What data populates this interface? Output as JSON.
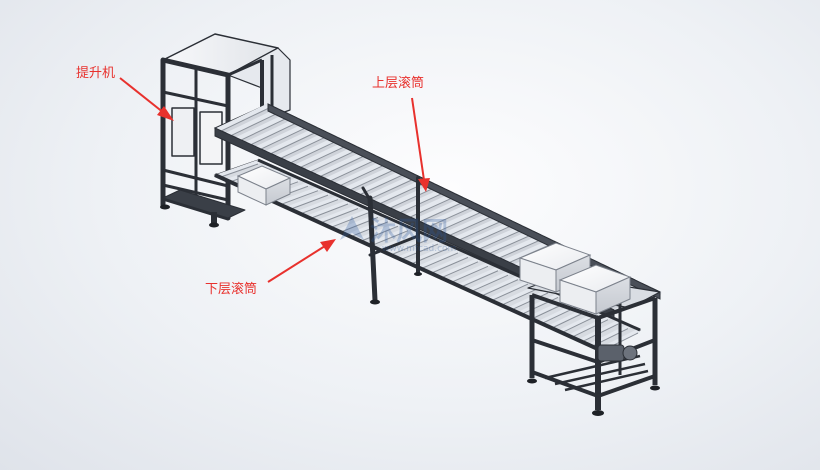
{
  "colors": {
    "frame": "#2b2f36",
    "roller": "#e4e8ee",
    "box": "#f4f5f7",
    "annotation": "#e8312d",
    "background": "#eef1f5"
  },
  "labels": {
    "elevator": "提升机",
    "upper_roller": "上层滚筒",
    "lower_roller": "下层滚筒"
  },
  "watermark": {
    "text": "沐风网",
    "url": "www.mfcad.com"
  }
}
